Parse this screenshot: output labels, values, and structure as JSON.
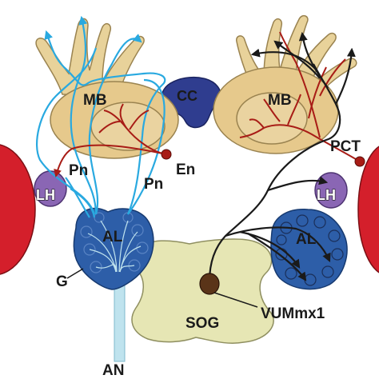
{
  "labels": {
    "mb_left": "MB",
    "mb_right": "MB",
    "cc": "CC",
    "en": "En",
    "pct": "PCT",
    "pn_left": "Pn",
    "pn_right": "Pn",
    "lh_left": "LH",
    "lh_right": "LH",
    "al_left": "AL",
    "al_right": "AL",
    "g": "G",
    "sog": "SOG",
    "vum": "VUMmx1",
    "an": "AN"
  },
  "colors": {
    "calyx": "#e8d29a",
    "mushroom_body": "#e6c98c",
    "central_complex": "#2f3d8f",
    "lateral_horn": "#8a66b4",
    "antennal_lobe": "#2d5ea8",
    "sog": "#e6e6b4",
    "optic_lobe": "#d41f2b",
    "pn_tract": "#29a9e0",
    "en_neuron": "#a81c16",
    "vum_neuron": "#1a1a1a",
    "antennal_nerve": "#bfe3ee",
    "vum_soma": "#5a3418"
  }
}
